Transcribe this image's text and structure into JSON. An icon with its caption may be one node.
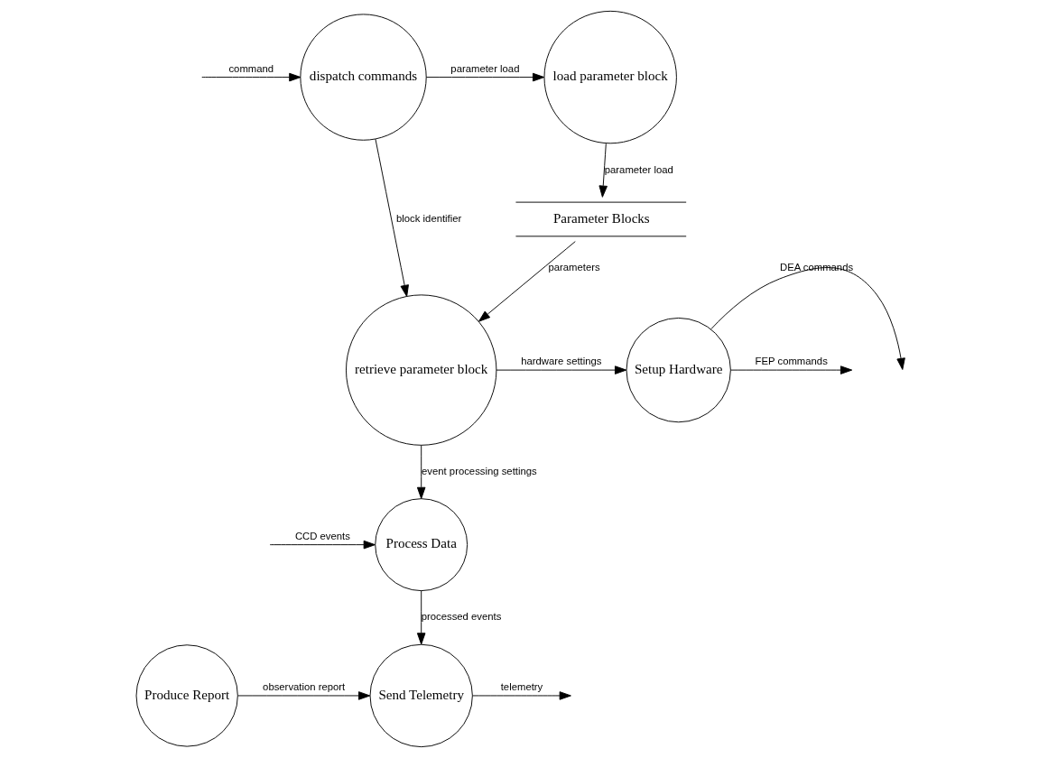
{
  "diagram": {
    "nodes": [
      {
        "text": [
          "dispatch commands"
        ]
      },
      {
        "text": [
          "load parameter block"
        ]
      },
      {
        "text": [
          "Parameter Blocks"
        ]
      },
      {
        "text": [
          "retrieve parameter block"
        ]
      },
      {
        "text": [
          "Setup Hardware"
        ]
      },
      {
        "text": [
          "Process Data"
        ]
      },
      {
        "text": [
          "Produce Report"
        ]
      },
      {
        "text": [
          "Send Telemetry"
        ]
      }
    ],
    "edges": [
      {
        "from": null,
        "to": 0,
        "arrow": "to",
        "label": "command"
      },
      {
        "from": 0,
        "to": 1,
        "arrow": "to",
        "label": "parameter load"
      },
      {
        "from": 1,
        "to": 2,
        "arrow": "to",
        "label": "parameter load"
      },
      {
        "from": 0,
        "to": 3,
        "arrow": "to",
        "label": "block identifier"
      },
      {
        "from": 2,
        "to": 3,
        "arrow": "to",
        "label": "parameters"
      },
      {
        "from": 3,
        "to": 4,
        "arrow": "to",
        "label": "hardware settings"
      },
      {
        "from": 4,
        "to": null,
        "arrow": "to",
        "label": "DEA commands"
      },
      {
        "from": 4,
        "to": null,
        "arrow": "to",
        "label": "FEP commands"
      },
      {
        "from": 3,
        "to": 5,
        "arrow": "to",
        "label": "event processing settings"
      },
      {
        "from": null,
        "to": 5,
        "arrow": "to",
        "label": "CCD events"
      },
      {
        "from": 5,
        "to": 7,
        "arrow": "to",
        "label": "processed events"
      },
      {
        "from": 6,
        "to": 7,
        "arrow": "to",
        "label": "observation report"
      },
      {
        "from": 7,
        "to": null,
        "arrow": "to",
        "label": "telemetry"
      }
    ]
  }
}
